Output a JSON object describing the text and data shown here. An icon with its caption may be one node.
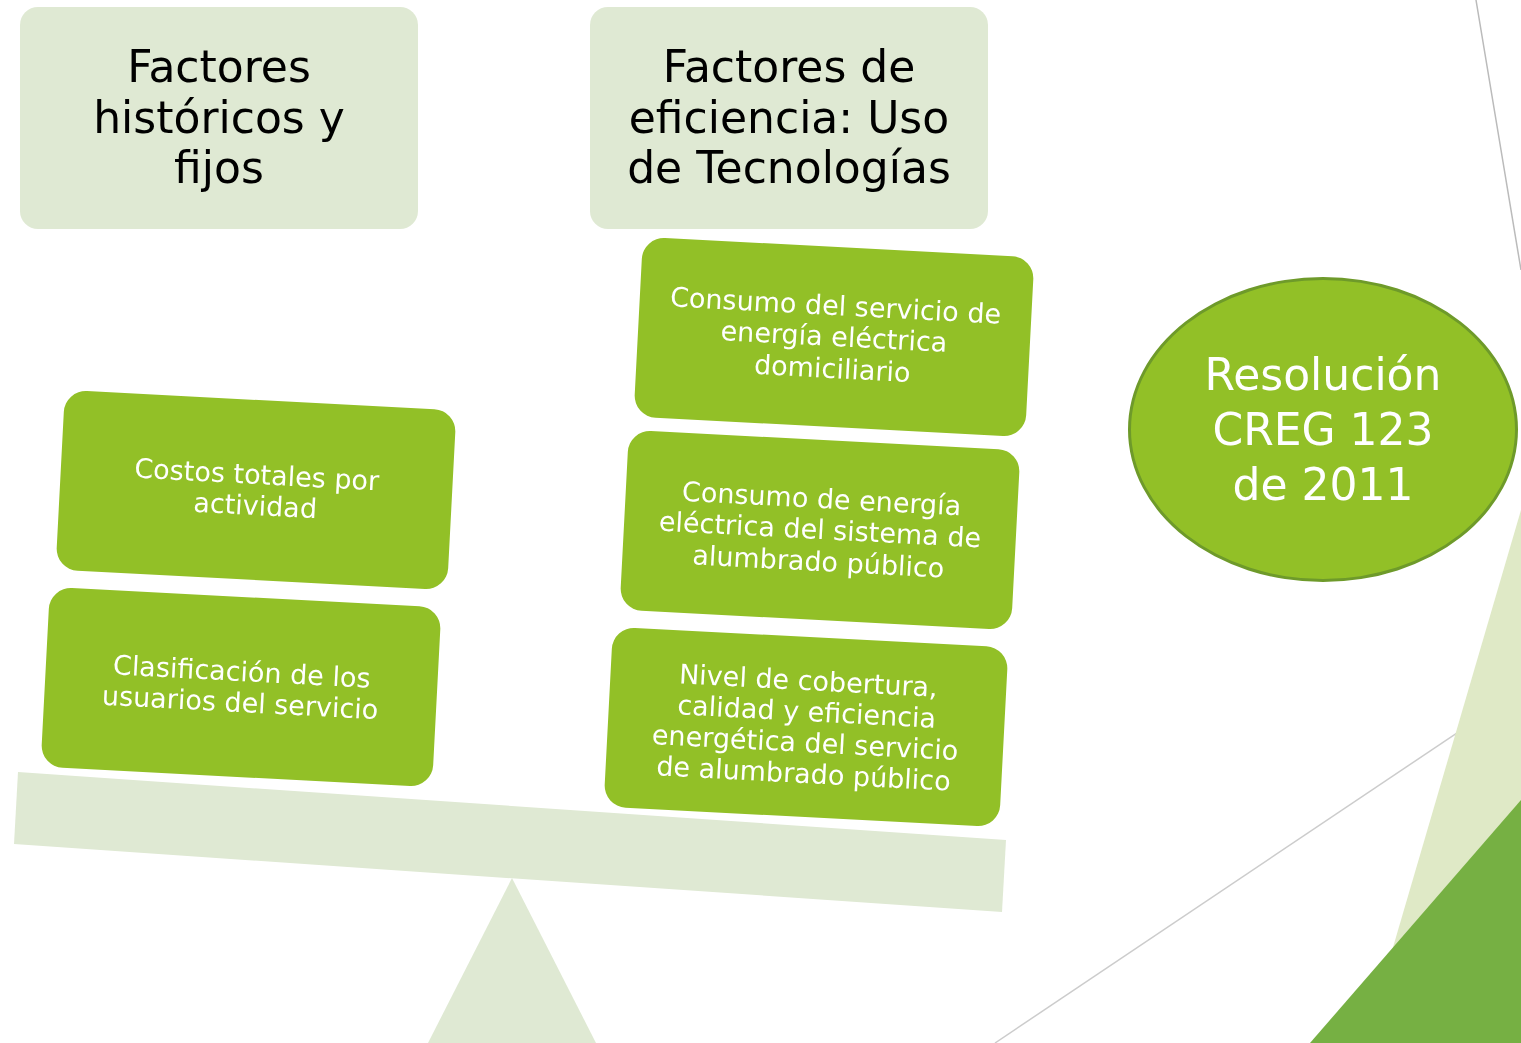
{
  "diagram": {
    "nodes": [
      {
        "text": [
          "Factores históricos y fijos"
        ]
      },
      {
        "text": [
          "Factores de eficiencia: Uso de Tecnologías"
        ]
      },
      {
        "text": [
          "Costos totales por actividad"
        ]
      },
      {
        "text": [
          "Clasificación de los usuarios del servicio"
        ]
      },
      {
        "text": [
          "Consumo del servicio de energía eléctrica domiciliario"
        ]
      },
      {
        "text": [
          "Consumo de energía eléctrica del sistema de alumbrado público"
        ]
      },
      {
        "text": [
          "Nivel de cobertura, calidad y eficiencia energética del servicio de alumbrado público"
        ]
      },
      {
        "text": [
          "Resolución CREG 123 de 2011"
        ]
      }
    ]
  }
}
